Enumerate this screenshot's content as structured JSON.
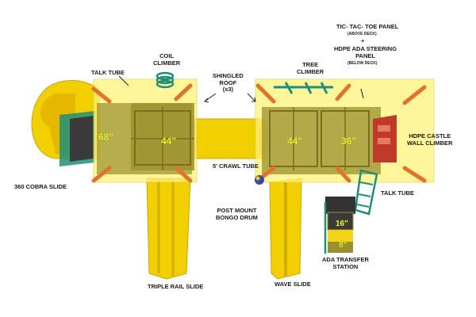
{
  "labels": {
    "talk_tube_left": "TALK TUBE",
    "coil_climber": "COIL\nCLIMBER",
    "shingled_roof": "SHINGLED\nROOF\n(x3)",
    "tree_climber": "TREE\nCLIMBER",
    "tic_tac_toe": "TIC- TAC- TOE PANEL",
    "above_deck": "(ABOVE DECK)",
    "plus": "+",
    "hdpe_ada": "HDPE ADA STEERING\nPANEL",
    "below_deck": "(BELOW DECK)",
    "hdpe_castle": "HDPE CASTLE\nWALL CLIMBER",
    "cobra_slide": "360 COBRA SLIDE",
    "crawl_tube": "5' CRAWL TUBE",
    "talk_tube_right": "TALK TUBE",
    "bongo_drum": "POST MOUNT\nBONGO DRUM",
    "triple_rail": "TRIPLE RAIL SLIDE",
    "wave_slide": "WAVE SLIDE",
    "ada_transfer": "ADA TRANSFER\nSTATION"
  },
  "dimensions": {
    "d68": "68\"",
    "d44_left": "44\"",
    "d44_right": "44\"",
    "d36": "36\"",
    "d16": "16\"",
    "d8": "8\""
  },
  "colors": {
    "slide_yellow": "#f2cf00",
    "roof_yellow": "#fff27a",
    "deck_olive": "#9a8f2e",
    "post_orange": "#e0742a",
    "climber_teal": "#1f8f7a",
    "castle_red": "#c0392b",
    "bongo_blue": "#3a48a8"
  }
}
